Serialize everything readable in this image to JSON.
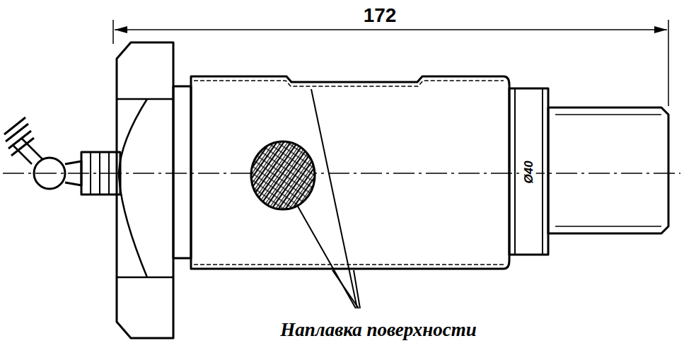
{
  "diagram": {
    "labels": [
      "172",
      "Ø40",
      "Наплавка поверхности"
    ]
  }
}
